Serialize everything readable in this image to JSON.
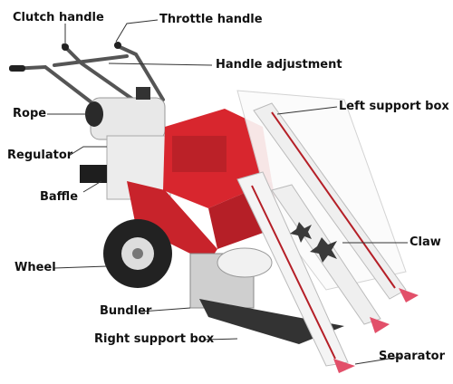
{
  "labels": {
    "clutch_handle": "Clutch handle",
    "throttle_handle": "Throttle handle",
    "handle_adjustment": "Handle adjustment",
    "rope": "Rope",
    "regulator": "Regulator",
    "baffle": "Baffle",
    "wheel": "Wheel",
    "bundler": "Bundler",
    "right_support_box": "Right support box",
    "left_support_box": "Left support box",
    "claw": "Claw",
    "separator": "Separator"
  },
  "colors": {
    "body_red": "#d8262e",
    "dark_red": "#9e1b22",
    "white_part": "#f1f1f1",
    "tire": "#222222",
    "separator_tip": "#e2506a",
    "leader_line": "#333333"
  }
}
